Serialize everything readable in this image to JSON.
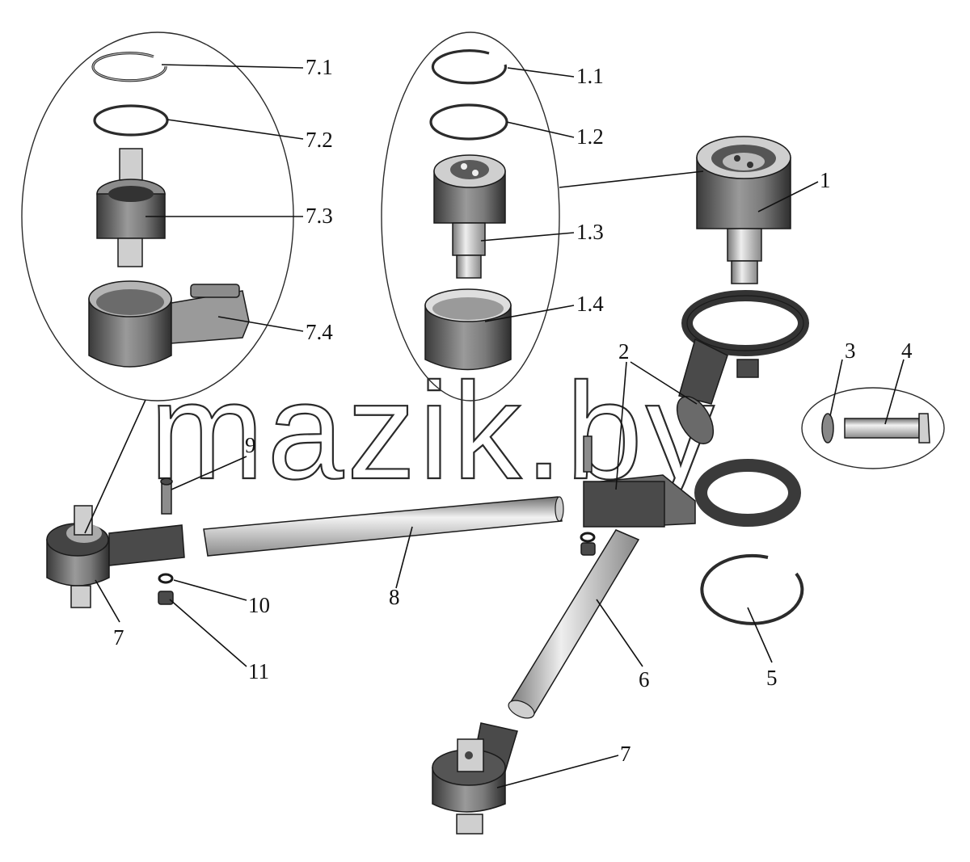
{
  "watermark": "mazik.by",
  "callouts": [
    "7.1",
    "7.2",
    "7.3",
    "7.4",
    "1.1",
    "1.2",
    "1.3",
    "1.4",
    "1",
    "2",
    "3",
    "4",
    "9",
    "10",
    "11",
    "7",
    "8",
    "6",
    "5",
    "7"
  ],
  "parts": {
    "ring": "retaining-ring",
    "seal": "seal-ring",
    "pin": "ball-pin",
    "housing": "pin-housing",
    "rod": "tie-rod",
    "lever": "steering-lever",
    "tip": "tie-rod-end",
    "bolt": "bolt",
    "washer": "washer",
    "nut": "nut"
  }
}
